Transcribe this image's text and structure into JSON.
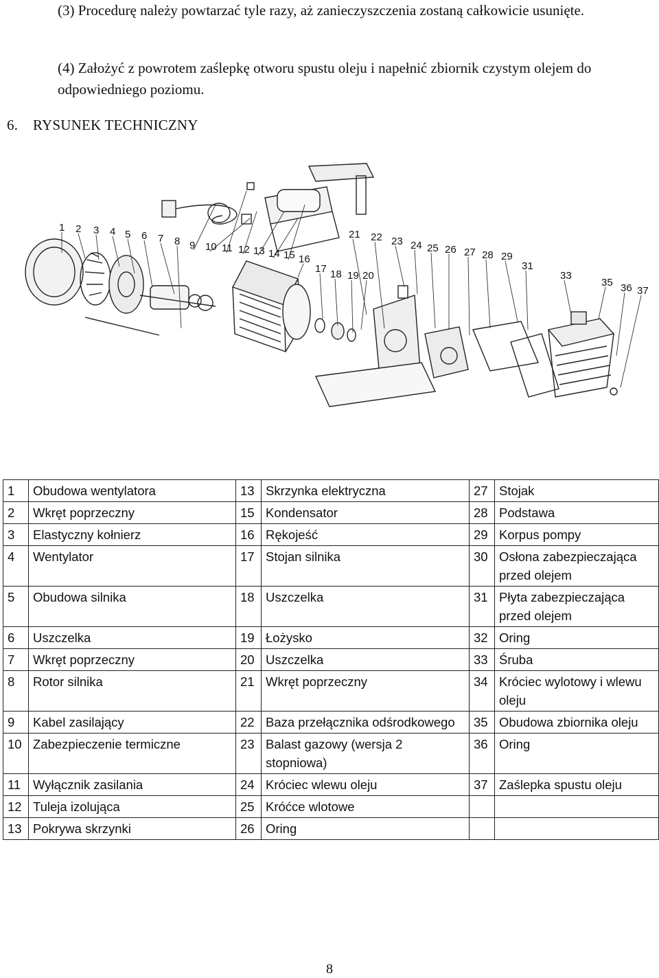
{
  "paragraphs": [
    "(3) Procedurę należy powtarzać tyle razy, aż zanieczyszczenia zostaną całkowicie usunięte.",
    "(4) Założyć z powrotem zaślepkę otworu spustu oleju i napełnić zbiornik czystym olejem do odpowiedniego poziomu."
  ],
  "section": {
    "number": "6.",
    "title": "RYSUNEK TECHNICZNY"
  },
  "drawing_labels": [
    "1",
    "2",
    "3",
    "4",
    "5",
    "6",
    "7",
    "8",
    "9",
    "10",
    "11",
    "12",
    "13",
    "14",
    "15",
    "16",
    "17",
    "18",
    "19",
    "20",
    "21",
    "22",
    "23",
    "24",
    "25",
    "26",
    "27",
    "28",
    "29",
    "31",
    "33",
    "35",
    "36",
    "37"
  ],
  "parts_rows": [
    [
      [
        "1",
        "Obudowa wentylatora"
      ],
      [
        "13",
        "Skrzynka elektryczna"
      ],
      [
        "27",
        "Stojak"
      ]
    ],
    [
      [
        "2",
        "Wkręt poprzeczny"
      ],
      [
        "15",
        "Kondensator"
      ],
      [
        "28",
        "Podstawa"
      ]
    ],
    [
      [
        "3",
        "Elastyczny kołnierz"
      ],
      [
        "16",
        "Rękojeść"
      ],
      [
        "29",
        "Korpus pompy"
      ]
    ],
    [
      [
        "4",
        "Wentylator"
      ],
      [
        "17",
        "Stojan silnika"
      ],
      [
        "30",
        "Osłona zabezpieczająca przed olejem"
      ]
    ],
    [
      [
        "5",
        "Obudowa silnika"
      ],
      [
        "18",
        "Uszczelka"
      ],
      [
        "31",
        "Płyta zabezpieczająca przed olejem"
      ]
    ],
    [
      [
        "6",
        "Uszczelka"
      ],
      [
        "19",
        "Łożysko"
      ],
      [
        "32",
        "Oring"
      ]
    ],
    [
      [
        "7",
        "Wkręt poprzeczny"
      ],
      [
        "20",
        "Uszczelka"
      ],
      [
        "33",
        "Śruba"
      ]
    ],
    [
      [
        "8",
        "Rotor silnika"
      ],
      [
        "21",
        "Wkręt poprzeczny"
      ],
      [
        "34",
        "Króciec wylotowy i wlewu oleju"
      ]
    ],
    [
      [
        "9",
        "Kabel zasilający"
      ],
      [
        "22",
        "Baza przełącznika odśrodkowego"
      ],
      [
        "35",
        "Obudowa zbiornika oleju"
      ]
    ],
    [
      [
        "10",
        "Zabezpieczenie termiczne"
      ],
      [
        "23",
        "Balast gazowy (wersja 2 stopniowa)"
      ],
      [
        "36",
        "Oring"
      ]
    ],
    [
      [
        "11",
        "Wyłącznik zasilania"
      ],
      [
        "24",
        "Króciec wlewu oleju"
      ],
      [
        "37",
        "Zaślepka spustu oleju"
      ]
    ],
    [
      [
        "12",
        "Tuleja izolująca"
      ],
      [
        "25",
        "Króćce wlotowe"
      ],
      [
        "",
        ""
      ]
    ],
    [
      [
        "13",
        "Pokrywa skrzynki"
      ],
      [
        "26",
        "Oring"
      ],
      [
        "",
        ""
      ]
    ]
  ],
  "page_number": "8"
}
